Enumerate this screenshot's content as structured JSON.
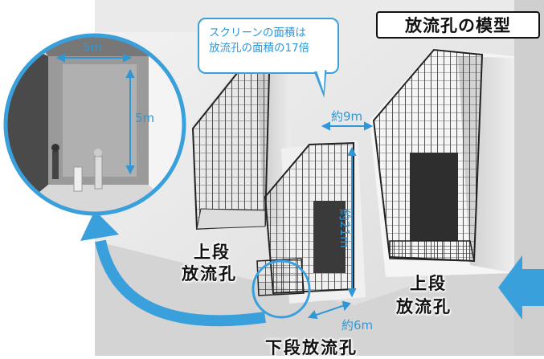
{
  "title": "放流孔の模型",
  "callout": {
    "line1": "スクリーンの面積は",
    "line2": "放流孔の面積の17倍"
  },
  "dimensions": {
    "width_9m": "約9m",
    "height_21m": "約21m",
    "width_6m": "約6m",
    "inset_width": "5m",
    "inset_height": "5m"
  },
  "labels": {
    "upper_left_line1": "上段",
    "upper_left_line2": "放流孔",
    "upper_right_line1": "上段",
    "upper_right_line2": "放流孔",
    "lower": "下段放流孔"
  },
  "colors": {
    "accent": "#2f97d6",
    "title_border": "#111111"
  }
}
